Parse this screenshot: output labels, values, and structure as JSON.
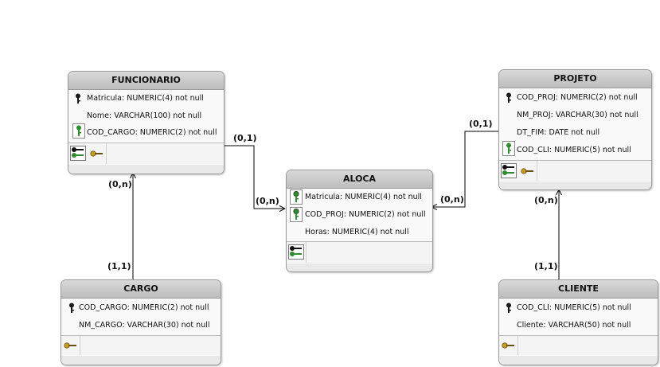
{
  "entities": {
    "funcionario": {
      "title": "FUNCIONARIO",
      "attributes": [
        {
          "text": "Matricula: NUMERIC(4) not null",
          "key": "pk"
        },
        {
          "text": "Nome: VARCHAR(100) not null",
          "key": "none"
        },
        {
          "text": "COD_CARGO: NUMERIC(2) not null",
          "key": "fk"
        }
      ]
    },
    "projeto": {
      "title": "PROJETO",
      "attributes": [
        {
          "text": "COD_PROJ: NUMERIC(2) not null",
          "key": "pk"
        },
        {
          "text": "NM_PROJ: VARCHAR(30) not null",
          "key": "none"
        },
        {
          "text": "DT_FIM: DATE not null",
          "key": "none"
        },
        {
          "text": "COD_CLI: NUMERIC(5) not null",
          "key": "fk"
        }
      ]
    },
    "aloca": {
      "title": "ALOCA",
      "attributes": [
        {
          "text": "Matricula: NUMERIC(4) not null",
          "key": "pkfk"
        },
        {
          "text": "COD_PROJ: NUMERIC(2) not null",
          "key": "pkfk"
        },
        {
          "text": "Horas: NUMERIC(4) not null",
          "key": "none"
        }
      ]
    },
    "cargo": {
      "title": "CARGO",
      "attributes": [
        {
          "text": "COD_CARGO: NUMERIC(2) not null",
          "key": "pk"
        },
        {
          "text": "NM_CARGO: VARCHAR(30) not null",
          "key": "none"
        }
      ]
    },
    "cliente": {
      "title": "CLIENTE",
      "attributes": [
        {
          "text": "COD_CLI: NUMERIC(5) not null",
          "key": "pk"
        },
        {
          "text": "Cliente: VARCHAR(50) not null",
          "key": "none"
        }
      ]
    }
  },
  "cardinalities": {
    "func_aloca_func_side": "(0,1)",
    "func_aloca_aloca_side": "(0,n)",
    "proj_aloca_proj_side": "(0,1)",
    "proj_aloca_aloca_side": "(0,n)",
    "cargo_func_func_side": "(0,n)",
    "cargo_func_cargo_side": "(1,1)",
    "cliente_proj_proj_side": "(0,n)",
    "cliente_proj_cliente_side": "(1,1)"
  },
  "icons": {
    "pk": "primary-key-icon",
    "fk": "foreign-key-icon",
    "pkfk": "primary-foreign-key-icon",
    "index_fk": "fk-index-icon",
    "index_pk": "pk-index-icon"
  },
  "colors": {
    "primary_key": "#1a1a1a",
    "foreign_key": "#2e8b2e",
    "index_key": "#c8a020",
    "header_bg": "#c8c8c8",
    "line": "#000000"
  }
}
